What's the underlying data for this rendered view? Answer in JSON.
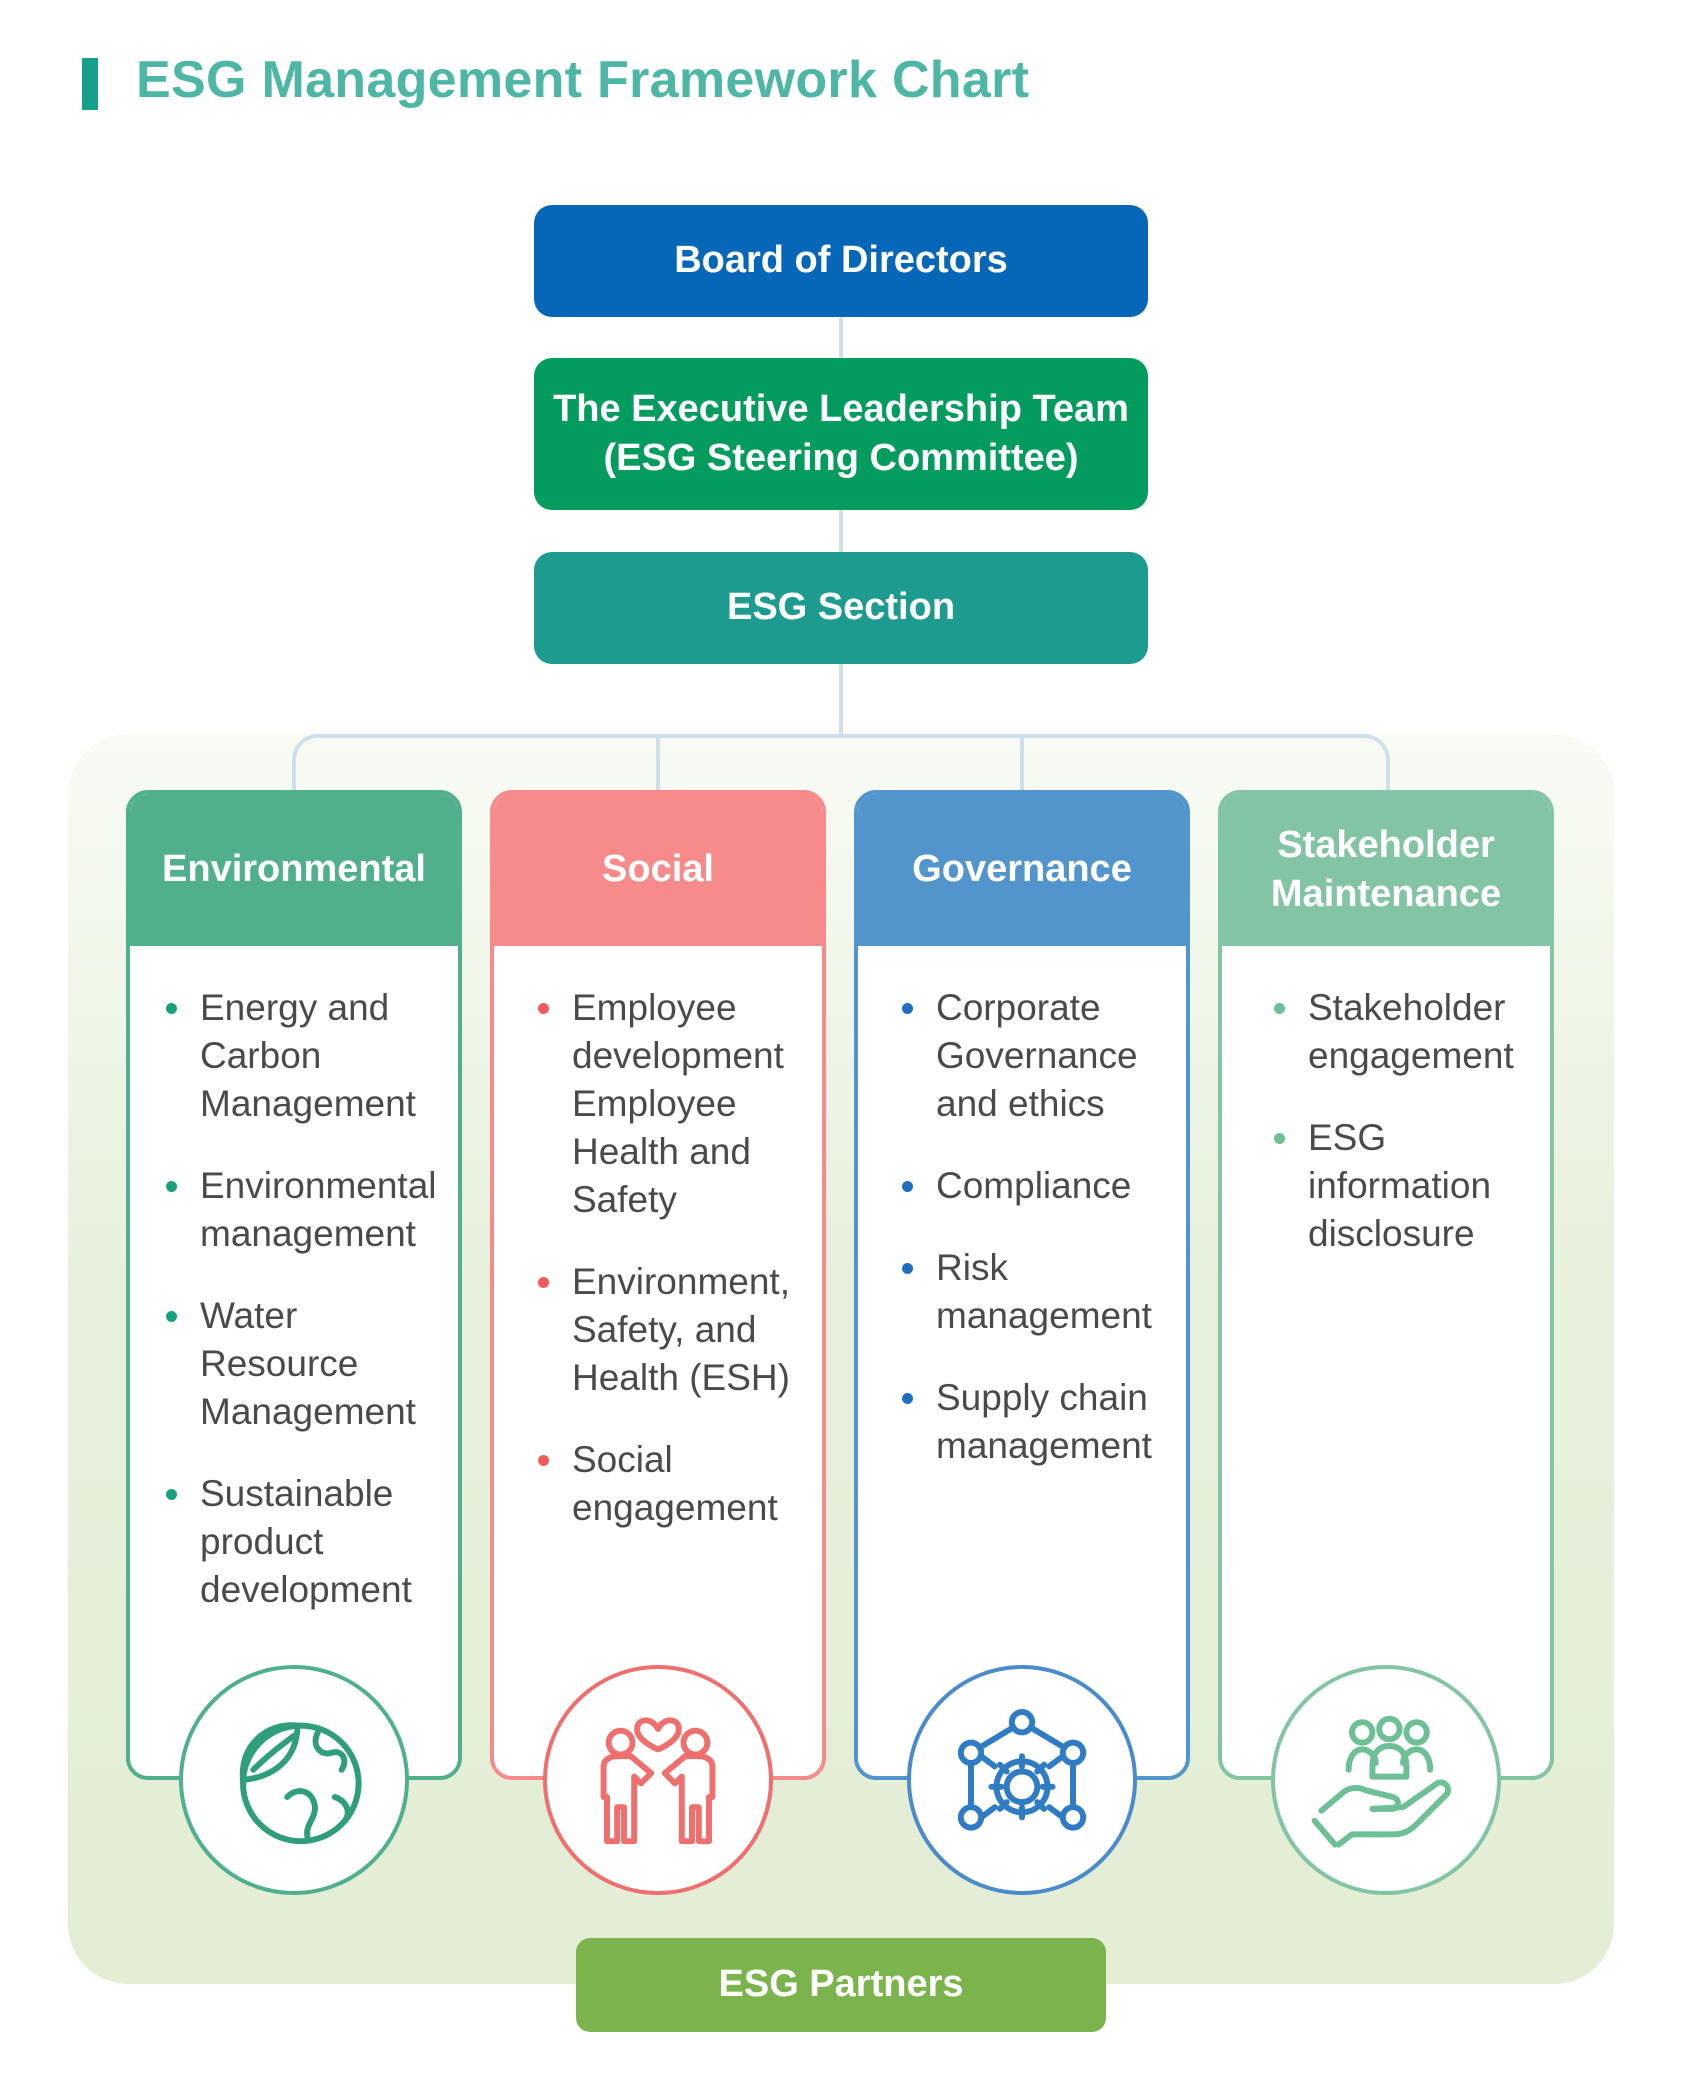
{
  "title": "ESG Management Framework Chart",
  "board": "Board of Directors",
  "executive": {
    "line1": "The Executive Leadership Team",
    "line2": "(ESG Steering Committee)"
  },
  "esg_section": "ESG Section",
  "colors": {
    "board": "#0667b8",
    "executive": "#039b5e",
    "esg_section": "#1c9b8e",
    "environmental": "#4fb08b",
    "social": "#f78a8a",
    "governance": "#5295cc",
    "stakeholder": "#82c4a3",
    "partners": "#7bb44c",
    "title": "#4db6a4"
  },
  "pillars": [
    {
      "title": "Environmental",
      "icon": "earth-leaf-icon",
      "items": [
        "Energy and Carbon Management",
        "Environmental management",
        "Water Resource Management",
        "Sustainable product development"
      ]
    },
    {
      "title": "Social",
      "icon": "people-heart-icon",
      "items": [
        "Employee development Employee Health and Safety",
        "Environment, Safety, and Health (ESH)",
        "Social engagement"
      ]
    },
    {
      "title": "Governance",
      "icon": "gear-network-icon",
      "items": [
        "Corporate Governance and ethics",
        "Compliance",
        "Risk management",
        "Supply chain management"
      ]
    },
    {
      "title": "Stakeholder Maintenance",
      "icon": "hand-people-icon",
      "items": [
        "Stakeholder engagement",
        "ESG information disclosure"
      ]
    }
  ],
  "partners": "ESG Partners"
}
